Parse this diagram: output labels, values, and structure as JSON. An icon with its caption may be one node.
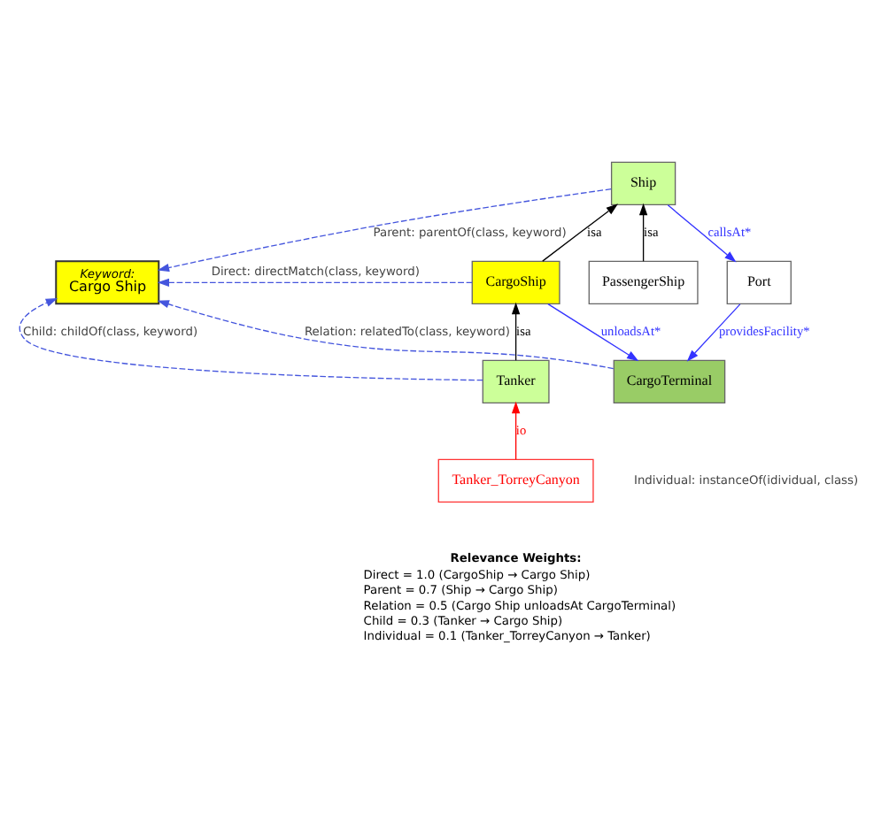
{
  "diagram": {
    "nodes": [
      {
        "text": [
          "Keyword:",
          "Cargo Ship"
        ]
      },
      {
        "text": [
          "Ship"
        ]
      },
      {
        "text": [
          "CargoShip"
        ]
      },
      {
        "text": [
          "PassengerShip"
        ]
      },
      {
        "text": [
          "Port"
        ]
      },
      {
        "text": [
          "Tanker"
        ]
      },
      {
        "text": [
          "CargoTerminal"
        ]
      },
      {
        "text": [
          "Tanker_TorreyCanyon"
        ]
      }
    ],
    "edges": [
      {
        "from": 2,
        "to": 1,
        "arrow": "to",
        "label": "isa",
        "color": "#000000"
      },
      {
        "from": 3,
        "to": 1,
        "arrow": "to",
        "label": "isa",
        "color": "#000000"
      },
      {
        "from": 1,
        "to": 4,
        "arrow": "to",
        "label": "callsAt*",
        "color": "#3333ff"
      },
      {
        "from": 5,
        "to": 2,
        "arrow": "to",
        "label": "isa",
        "color": "#000000"
      },
      {
        "from": 2,
        "to": 6,
        "arrow": "to",
        "label": "unloadsAt*",
        "color": "#3333ff"
      },
      {
        "from": 4,
        "to": 6,
        "arrow": "to",
        "label": "providesFacility*",
        "color": "#3333ff"
      },
      {
        "from": 7,
        "to": 5,
        "arrow": "to",
        "label": "io",
        "color": "#ff0000"
      },
      {
        "from": 1,
        "to": 0,
        "arrow": "to",
        "label": "Parent: parentOf(class, keyword)",
        "style": "dashed",
        "color": "#4455dd"
      },
      {
        "from": 2,
        "to": 0,
        "arrow": "to",
        "label": "Direct: directMatch(class, keyword)",
        "style": "dashed",
        "color": "#4455dd"
      },
      {
        "from": 5,
        "to": 0,
        "arrow": "to",
        "label": "Child: childOf(class, keyword)",
        "style": "dashed",
        "color": "#4455dd"
      },
      {
        "from": 6,
        "to": 0,
        "arrow": "to",
        "label": "Relation: relatedTo(class, keyword)",
        "style": "dashed",
        "color": "#4455dd"
      }
    ],
    "labels": [
      "Individual: instanceOf(idividual, class)",
      "Relevance Weights:",
      "Direct = 1.0 (CargoShip → Cargo Ship)",
      "Parent = 0.7 (Ship → Cargo Ship)",
      "Relation = 0.5 (Cargo Ship unloadsAt CargoTerminal)",
      "Child = 0.3 (Tanker → Cargo Ship)",
      "Individual = 0.1 (Tanker_TorreyCanyon → Tanker)"
    ]
  }
}
